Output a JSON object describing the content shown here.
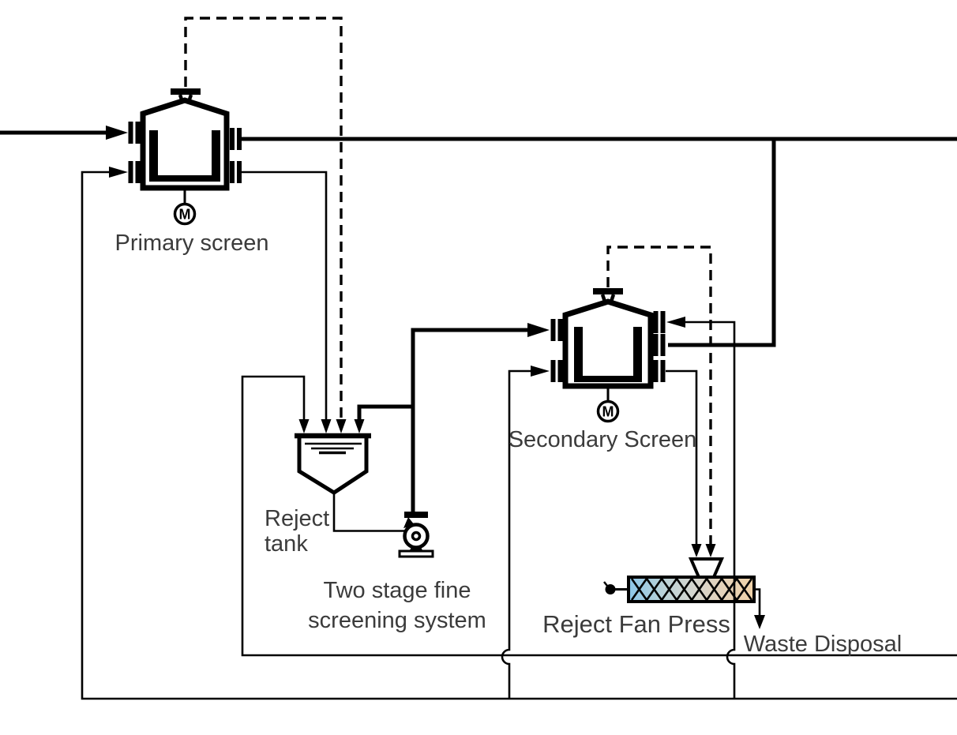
{
  "diagram": {
    "system_label": {
      "line1": "Two stage fine",
      "line2": "screening system"
    },
    "equipment": {
      "primary_screen": {
        "label": "Primary screen"
      },
      "secondary_screen": {
        "label": "Secondary Screen"
      },
      "reject_tank": {
        "label_line1": "Reject",
        "label_line2": "tank"
      },
      "reject_fan_press": {
        "label": "Reject Fan Press"
      },
      "pump": {
        "label": ""
      },
      "motor_symbol": "M"
    },
    "streams": {
      "waste_disposal": {
        "label": "Waste Disposal"
      }
    },
    "colors": {
      "line": "#000000",
      "text": "#3b3b3b",
      "press_blue": "#8cc6e8",
      "press_gray": "#d6d6d0",
      "press_tan": "#f0d2a8",
      "background": "#ffffff"
    }
  }
}
